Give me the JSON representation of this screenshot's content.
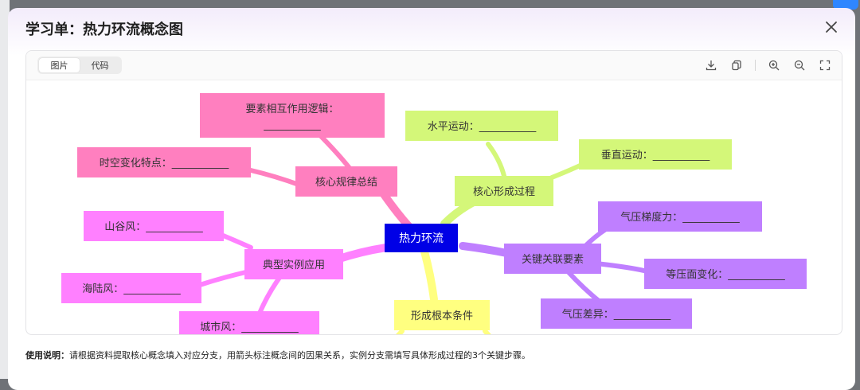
{
  "modal": {
    "title": "学习单：热力环流概念图"
  },
  "viewer": {
    "tabs": [
      {
        "label": "图片",
        "active": true
      },
      {
        "label": "代码",
        "active": false
      }
    ],
    "tools": [
      "download-icon",
      "copy-icon",
      "zoom-in-icon",
      "zoom-out-icon",
      "fullscreen-icon"
    ]
  },
  "mindmap": {
    "center": {
      "label": "热力环流",
      "color": "#0000e6"
    },
    "branches": [
      {
        "label": "核心规律总结",
        "color": "#ff7fbf",
        "leaves": [
          {
            "label": "要素相互作用逻辑：",
            "blank": "___________"
          },
          {
            "label": "时空变化特点：___________"
          }
        ]
      },
      {
        "label": "核心形成过程",
        "color": "#d4f779",
        "leaves": [
          {
            "label": "水平运动：___________"
          },
          {
            "label": "垂直运动：___________"
          }
        ]
      },
      {
        "label": "关键关联要素",
        "color": "#bf7fff",
        "leaves": [
          {
            "label": "气压梯度力：___________"
          },
          {
            "label": "等压面变化：___________"
          },
          {
            "label": "气压差异：___________"
          }
        ]
      },
      {
        "label": "典型实例应用",
        "color": "#ff80ff",
        "leaves": [
          {
            "label": "山谷风：___________"
          },
          {
            "label": "海陆风：___________"
          },
          {
            "label": "城市风：___________"
          }
        ]
      },
      {
        "label": "形成根本条件",
        "color": "#ffff80",
        "leaves": []
      }
    ]
  },
  "footer": {
    "prefix": "使用说明：",
    "text": "请根据资料提取核心概念填入对应分支，用箭头标注概念间的因果关系，实例分支需填写具体形成过程的3个关键步骤。"
  }
}
